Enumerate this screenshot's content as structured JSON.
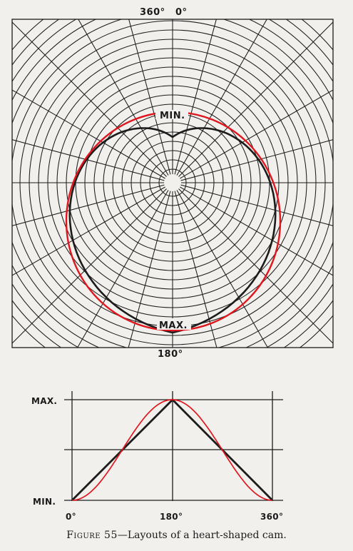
{
  "polar_diagram": {
    "label_top_left": "360°",
    "label_top_right": "0°",
    "label_min": "MIN.",
    "label_max": "MAX.",
    "label_bottom": "180°"
  },
  "profile_graph": {
    "label_max": "MAX.",
    "label_min": "MIN.",
    "tick_0": "0°",
    "tick_180": "180°",
    "tick_360": "360°"
  },
  "caption": {
    "figure_label": "Figure 55",
    "text": "—Layouts of a heart-shaped cam."
  },
  "colors": {
    "line": "#1c1c1c",
    "red": "#e0161e",
    "paper": "#f1f0ec"
  }
}
